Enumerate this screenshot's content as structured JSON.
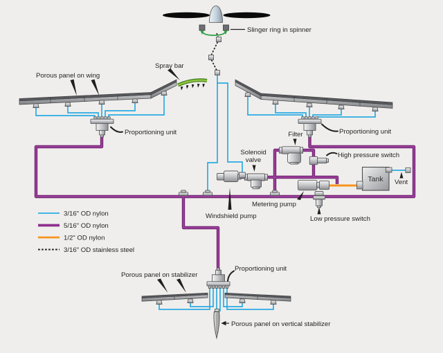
{
  "diagram": {
    "labels": {
      "slinger_ring": "Slinger ring in spinner",
      "spray_bar": "Spray bar",
      "porous_panel_wing": "Porous panel on wing",
      "proportioning_unit_left": "Proportioning unit",
      "proportioning_unit_right": "Proportioning unit",
      "filter": "Filter",
      "solenoid_line1": "Solenoid",
      "solenoid_line2": "valve",
      "high_pressure_switch": "High pressure switch",
      "tank": "Tank",
      "vent": "Vent",
      "metering_pump": "Metering pump",
      "windshield_pump": "Windshield pump",
      "low_pressure_switch": "Low pressure switch",
      "porous_panel_stabilizer": "Porous panel on stabilizer",
      "proportioning_unit_stabilizer": "Proportioning unit",
      "porous_panel_vertical_stabilizer": "Porous panel on vertical stabilizer"
    },
    "legend": {
      "items": [
        {
          "label": "3/16\" OD nylon",
          "color": "#29abe2",
          "style": "solid"
        },
        {
          "label": "5/16\" OD nylon",
          "color": "#8e2f8e",
          "style": "solid"
        },
        {
          "label": "1/2\" OD nylon",
          "color": "#f7941e",
          "style": "solid"
        },
        {
          "label": "3/16\" OD stainless steel",
          "color": "#262223",
          "style": "dashed"
        }
      ]
    },
    "colors": {
      "background": "#f0eeec",
      "tube_3_16_nylon": "#29abe2",
      "tube_5_16_nylon": "#8e2f8e",
      "tube_1_2_nylon": "#f7941e",
      "tube_stainless": "#262223",
      "slinger_green": "#2f9e41"
    }
  }
}
